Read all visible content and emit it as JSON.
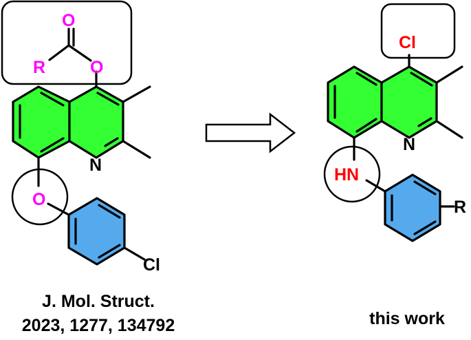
{
  "colors": {
    "ring_green": "#33ff33",
    "ring_blue": "#55aaee",
    "heteroatom_magenta": "#ff00ff",
    "heteroatom_red": "#ff0000",
    "nitrogen": "#000000"
  },
  "left_molecule": {
    "ester_carbonyl_o": "O",
    "ester_r": "R",
    "ester_bridge_o": "O",
    "ring_n": "N",
    "ether_o": "O",
    "phenyl_cl": "Cl"
  },
  "right_molecule": {
    "chloro": "Cl",
    "ring_n": "N",
    "amine_hn": "HN",
    "phenyl_r": "R"
  },
  "captions": {
    "reference_line1": "J. Mol. Struct.",
    "reference_line2": "2023, 1277, 134792",
    "this_work": "this work"
  }
}
